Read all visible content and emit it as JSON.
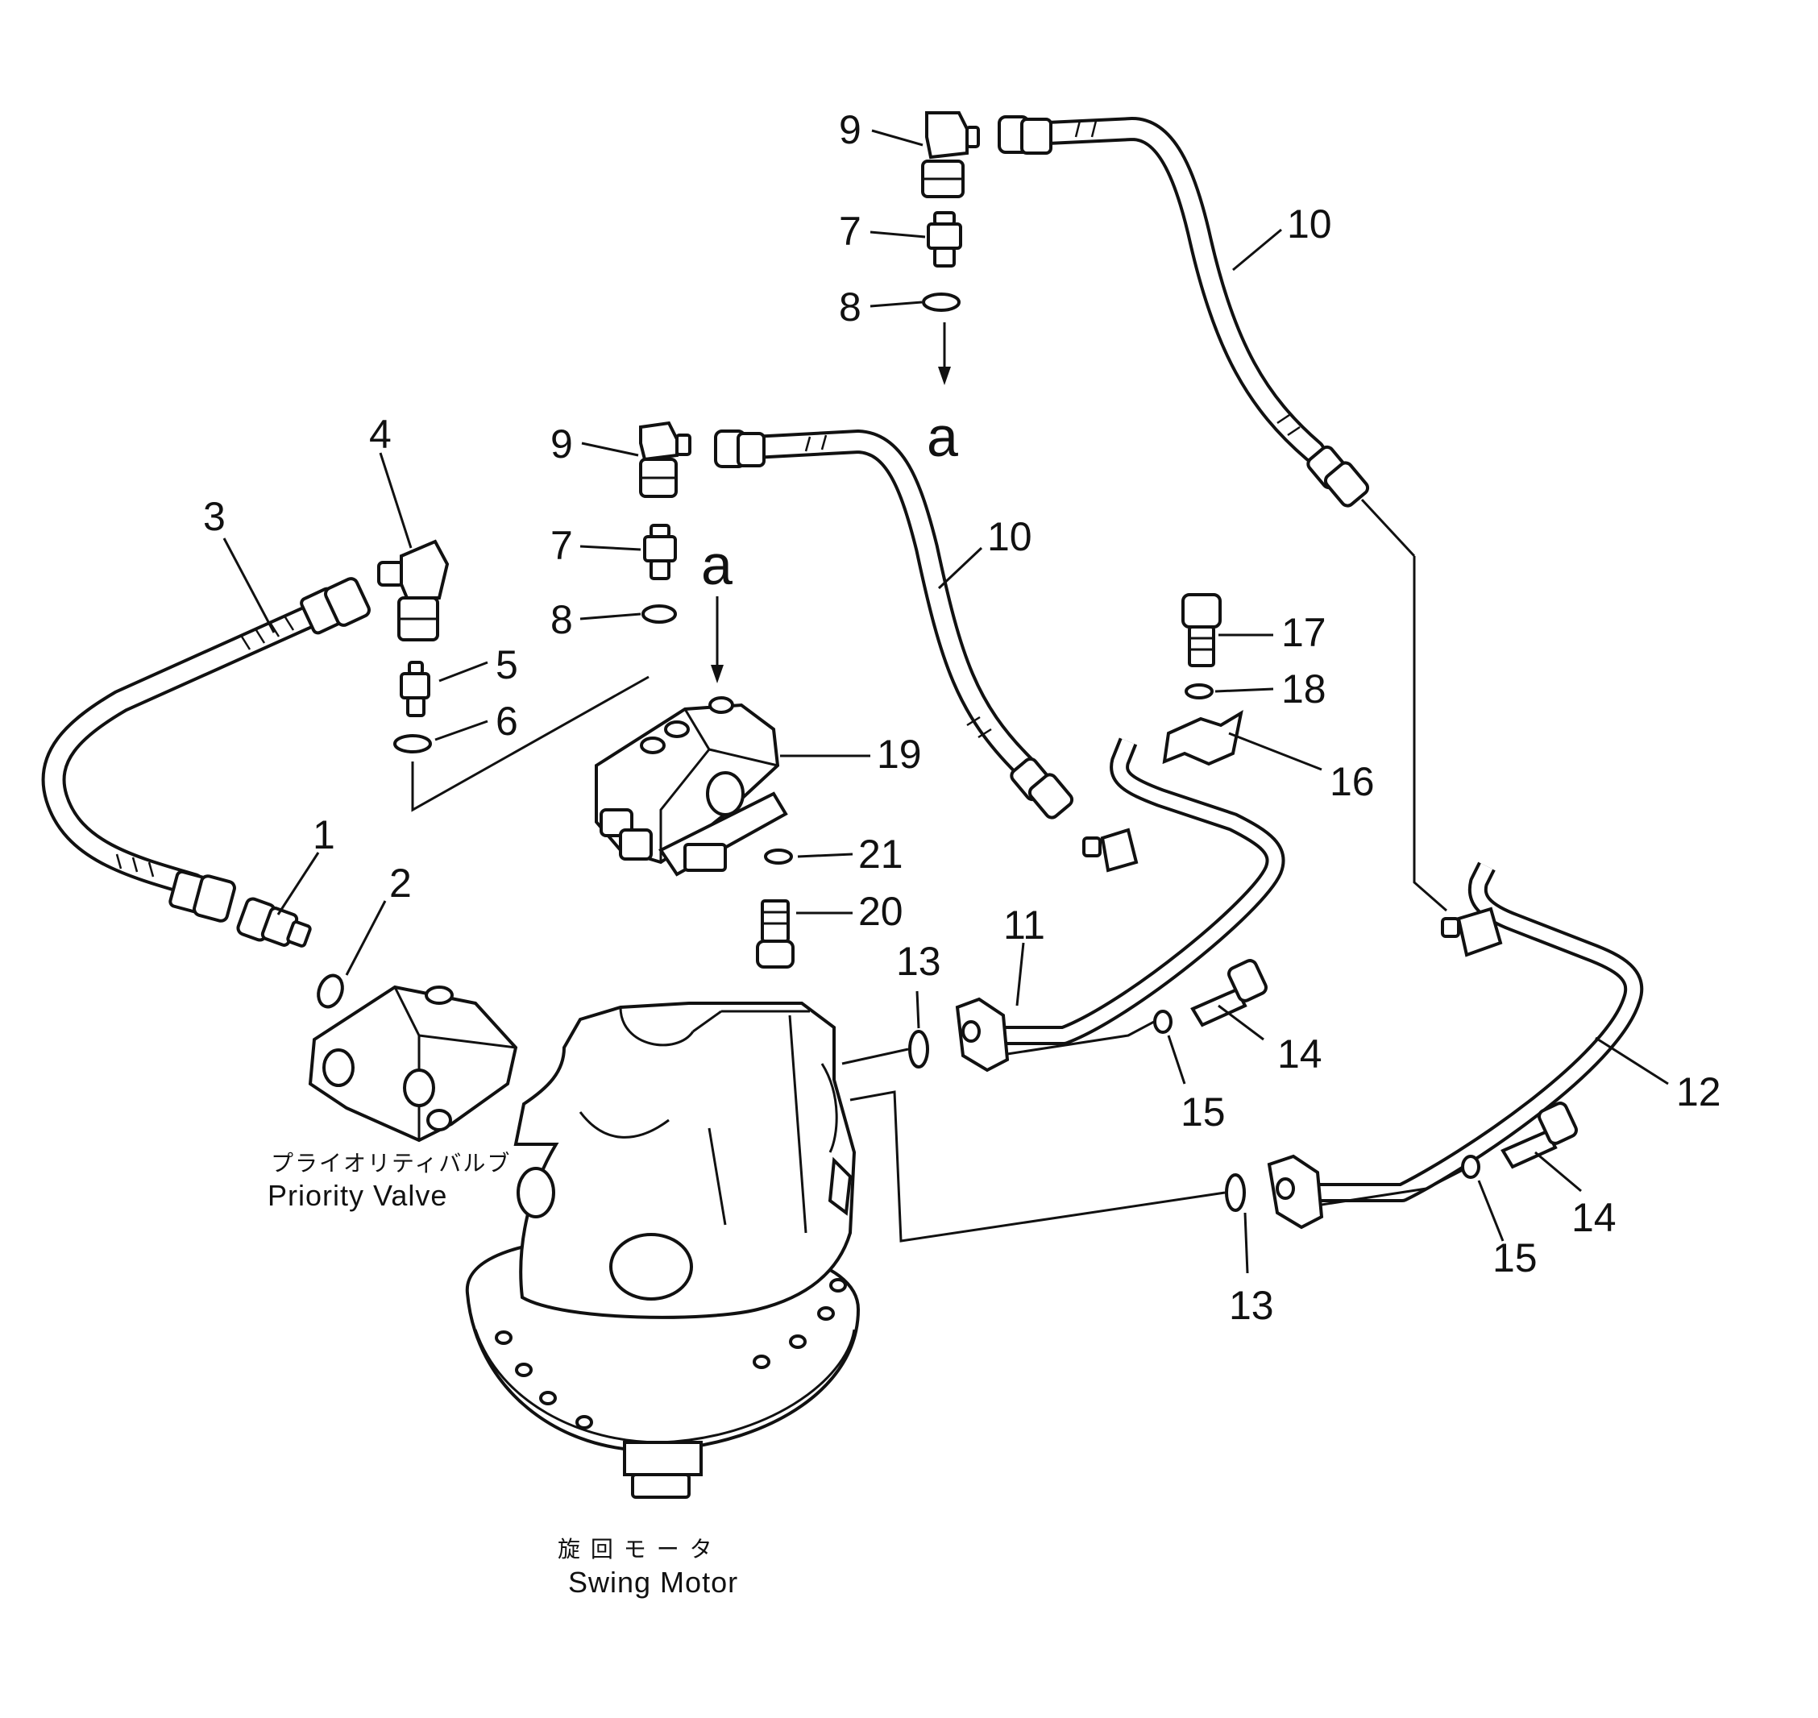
{
  "callouts": {
    "c1": "1",
    "c2": "2",
    "c3": "3",
    "c4": "4",
    "c5": "5",
    "c6": "6",
    "c7": "7",
    "c8": "8",
    "c9": "9",
    "c10": "10",
    "c11": "11",
    "c12": "12",
    "c13": "13",
    "c14": "14",
    "c15": "15",
    "c16": "16",
    "c17": "17",
    "c18": "18",
    "c19": "19",
    "c20": "20",
    "c21": "21"
  },
  "view_marker": "a",
  "priority_valve": {
    "jp": "プライオリティバルブ",
    "en": "Priority Valve"
  },
  "swing_motor": {
    "jp": "旋 回 モ ー タ",
    "en": "Swing Motor"
  }
}
